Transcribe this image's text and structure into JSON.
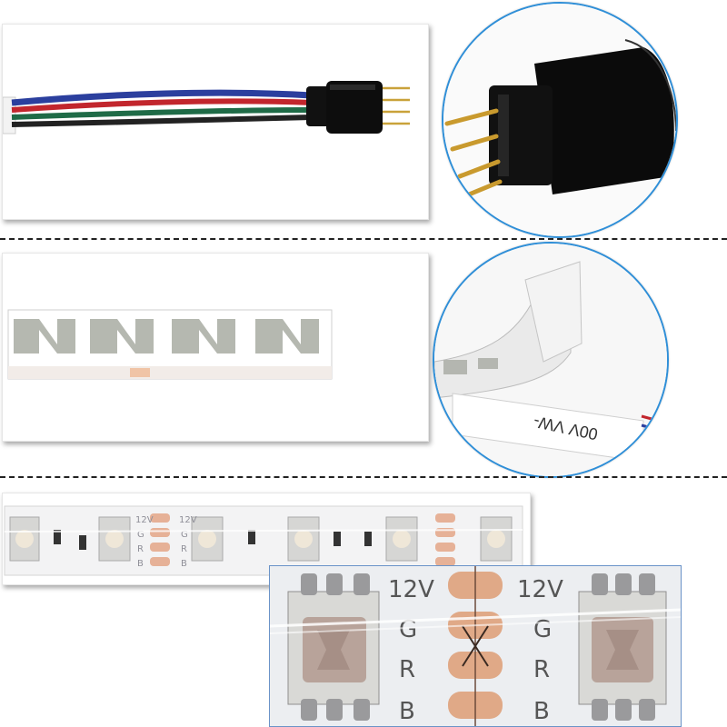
{
  "photo_1": {
    "subject": "rgb-connector-cable"
  },
  "photo_2": {
    "subject": "rgb-connector-closeup"
  },
  "photo_3": {
    "subject": "adhesive-tape-backing"
  },
  "photo_4": {
    "subject": "tape-peeling-closeup",
    "printed_text": "00V VW-"
  },
  "photo_5": {
    "subject": "led-strip-board",
    "pad_labels": [
      "12V",
      "G",
      "R",
      "B"
    ]
  },
  "photo_6": {
    "subject": "led-strip-closeup",
    "pad_labels": [
      "12V",
      "G",
      "R",
      "B"
    ]
  },
  "colors": {
    "circle_border": "#2f8fd8",
    "divider": "#222222",
    "copper_pad": "#e0a987",
    "wire_blue": "#2b3f9e",
    "wire_red": "#c2262d",
    "wire_green": "#1f6b47"
  }
}
